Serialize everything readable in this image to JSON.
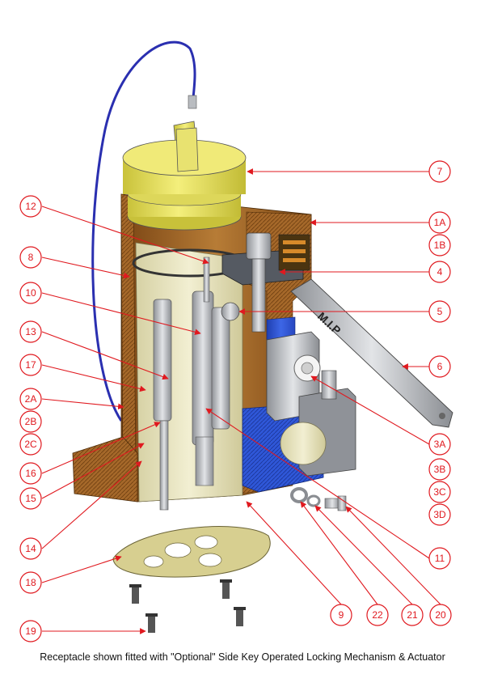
{
  "caption": "Receptacle shown fitted with \"Optional\" Side Key Operated Locking Mechanism & Actuator",
  "brand_marking": "M.I.P",
  "colors": {
    "callout": "#e0191f",
    "cap_yellow": "#ece66a",
    "body_bronze": "#a86a2a",
    "cream": "#eeeac8",
    "steel": "#b9bcc0",
    "blue": "#2f57d8",
    "lanyard": "#2a2fb0"
  },
  "callouts": [
    {
      "label": "7"
    },
    {
      "label": "12"
    },
    {
      "label": "1A"
    },
    {
      "label": "1B"
    },
    {
      "label": "8"
    },
    {
      "label": "4"
    },
    {
      "label": "10"
    },
    {
      "label": "5"
    },
    {
      "label": "13"
    },
    {
      "label": "6"
    },
    {
      "label": "17"
    },
    {
      "label": "2A"
    },
    {
      "label": "2B"
    },
    {
      "label": "2C"
    },
    {
      "label": "3A"
    },
    {
      "label": "3B"
    },
    {
      "label": "3C"
    },
    {
      "label": "3D"
    },
    {
      "label": "16"
    },
    {
      "label": "15"
    },
    {
      "label": "14"
    },
    {
      "label": "11"
    },
    {
      "label": "18"
    },
    {
      "label": "9"
    },
    {
      "label": "22"
    },
    {
      "label": "21"
    },
    {
      "label": "20"
    },
    {
      "label": "19"
    }
  ]
}
